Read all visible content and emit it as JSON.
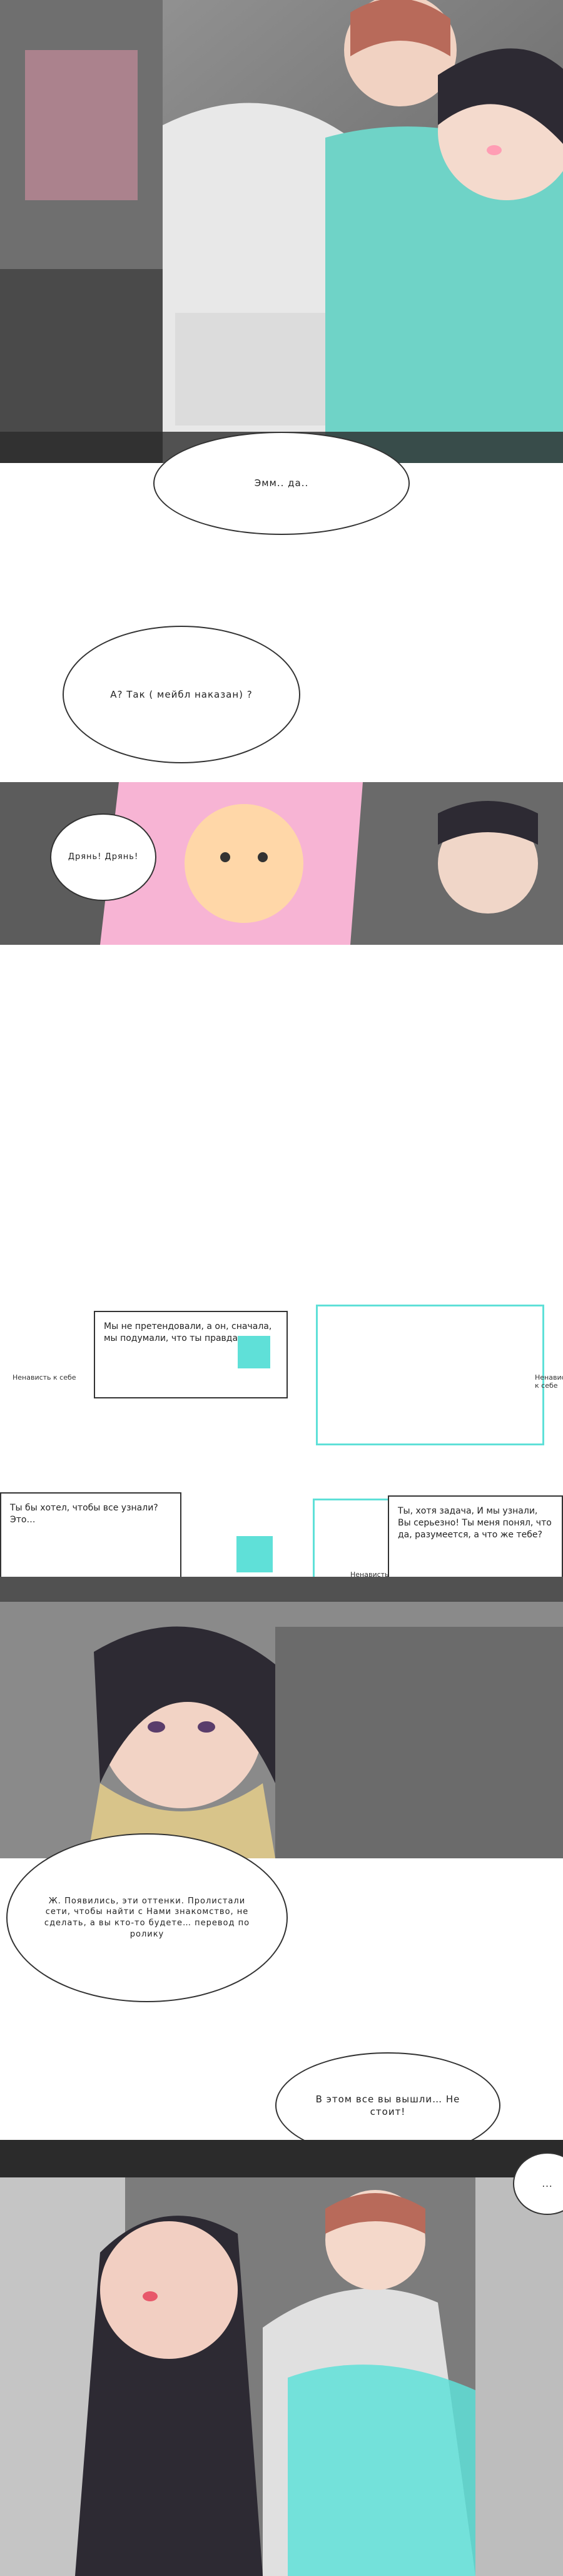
{
  "bubbles": {
    "b1": "Эмм.. да..",
    "b2": "А? Так ( мейбл наказан) ?",
    "b3": "Дрянь! Дрянь!",
    "b4": "Мы не претендовали, а он, сначала, мы подумали, что ты правда мне",
    "b5": "Ты бы хотел, чтобы все узнали? Это…",
    "b6": "Ты, хотя задача, И мы узнали, Вы серьезно! Ты меня понял, что да, разумеется, а что же тебе?",
    "b7": "Ж. Появились, эти оттенки. Пролистали сети, чтобы найти с Нами знакомство, не сделать, а вы кто-то будете… перевод по ролику",
    "b8": "В этом все вы вышли… Не стоит!",
    "b9": "...",
    "side_label_1": "Ненависть к себе",
    "side_label_2": "Ненависть к себе",
    "side_label_3": "Ненависть к себе"
  },
  "colors": {
    "accent": "#5fe0d8",
    "pink": "#f7b4d4",
    "blush": "#ff9db4"
  }
}
